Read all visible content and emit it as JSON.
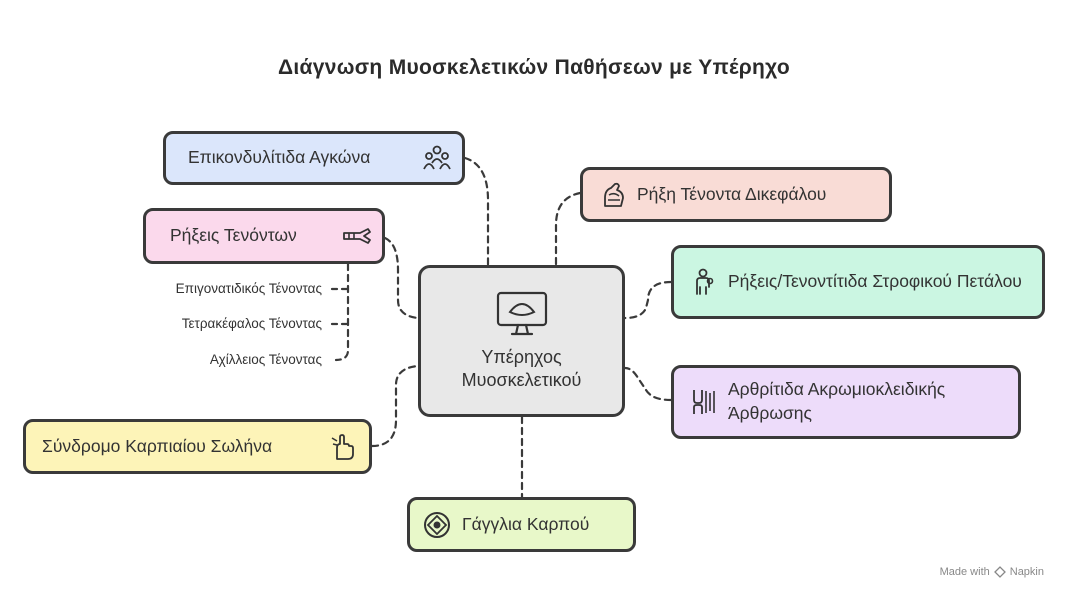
{
  "title": "Διάγνωση Μυοσκελετικών Παθήσεων με Υπέρηχο",
  "center": {
    "label": "Υπέρηχος Μυοσκελετικού",
    "icon": "ultrasound-monitor-icon"
  },
  "nodes": {
    "epicondylitis": {
      "label": "Επικονδυλίτιδα Αγκώνα",
      "color": "#dbe6fb",
      "icon": "people-group-icon"
    },
    "tendon_ruptures": {
      "label": "Ρήξεις Τενόντων",
      "color": "#fbd9ec",
      "icon": "airplane-tendon-icon"
    },
    "carpal_tunnel": {
      "label": "Σύνδρομο Καρπιαίου Σωλήνα",
      "color": "#fdf4b8",
      "icon": "hand-icon"
    },
    "ganglion": {
      "label": "Γάγγλια Καρπού",
      "color": "#e8f8c9",
      "icon": "ganglion-target-icon"
    },
    "biceps_rupture": {
      "label": "Ρήξη Τένοντα Δικεφάλου",
      "color": "#f9dcd6",
      "icon": "arm-muscle-icon"
    },
    "rotator_cuff": {
      "label": "Ρήξεις/Τενοντίτιδα Στροφικού Πετάλου",
      "color": "#cbf6e2",
      "icon": "person-shoulder-icon"
    },
    "ac_arthritis": {
      "label": "Αρθρίτιδα Ακρωμιοκλειδικής Άρθρωσης",
      "color": "#eddcfa",
      "icon": "joint-bones-icon"
    }
  },
  "sub_items": [
    "Επιγονατιδικός Τένοντας",
    "Τετρακέφαλος Τένοντας",
    "Αχίλλειος Τένοντας"
  ],
  "footer": {
    "text": "Made with",
    "brand": "Napkin"
  }
}
